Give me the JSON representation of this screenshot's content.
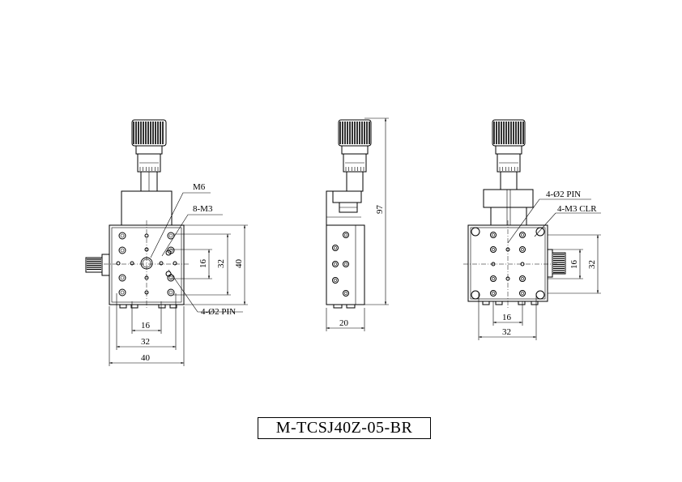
{
  "model_number": "M-TCSJ40Z-05-BR",
  "front_view": {
    "callouts": {
      "center_thread": "M6",
      "mount_threads": "8-M3",
      "pins": "4-Ø2 PIN"
    },
    "dimensions": {
      "width_overall": "40",
      "width_hole_span": "32",
      "width_inner_span": "16",
      "height_overall": "40",
      "height_hole_span": "32",
      "height_inner_span": "16"
    }
  },
  "side_view": {
    "dimensions": {
      "height_overall": "97",
      "depth": "20"
    }
  },
  "back_view": {
    "callouts": {
      "pins": "4-Ø2 PIN",
      "clearance_holes": "4-M3 CLR"
    },
    "dimensions": {
      "width_hole_span": "32",
      "width_inner_span": "16",
      "height_hole_span": "32",
      "height_inner_span": "16"
    }
  },
  "colors": {
    "line": "#000000",
    "background": "#ffffff"
  }
}
